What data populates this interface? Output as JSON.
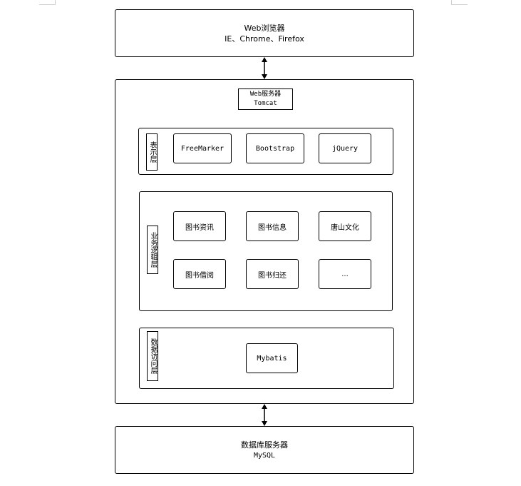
{
  "browser": {
    "title": "Web浏览器",
    "subtitle": "IE、Chrome、Firefox"
  },
  "web_server": {
    "title": "Web服务器",
    "subtitle": "Tomcat"
  },
  "presentation_layer": {
    "label": "表示层",
    "items": [
      "FreeMarker",
      "Bootstrap",
      "jQuery"
    ]
  },
  "business_layer": {
    "label": "业务逻辑层",
    "items": [
      "图书资讯",
      "图书信息",
      "唐山文化",
      "图书借阅",
      "图书归还",
      "..."
    ]
  },
  "data_layer": {
    "label": "数据访问层",
    "items": [
      "Mybatis"
    ]
  },
  "db_server": {
    "title": "数据库服务器",
    "subtitle": "MySQL"
  }
}
